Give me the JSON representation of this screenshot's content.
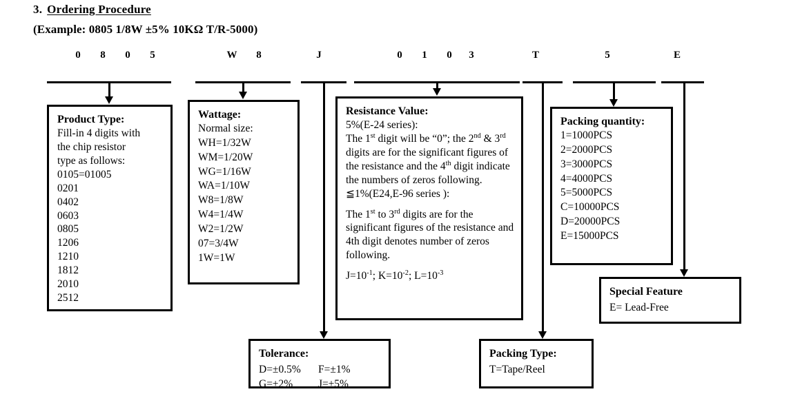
{
  "document": {
    "section_number": "3.",
    "section_title": "Ordering Procedure",
    "example_line": "(Example: 0805 1/8W ±5% 10KΩ T/R-5000)"
  },
  "part_code": {
    "characters": [
      "0",
      "8",
      "0",
      "5",
      "W",
      "8",
      "J",
      "0",
      "1",
      "0",
      "3",
      "T",
      "5",
      "E"
    ]
  },
  "boxes": {
    "product_type": {
      "title": "Product Type:",
      "lines": [
        "Fill-in 4 digits with",
        "the chip resistor",
        "type as follows:",
        "0105=01005",
        "0201",
        "0402",
        "0603",
        "0805",
        "1206",
        "1210",
        "1812",
        "2010",
        "2512"
      ]
    },
    "wattage": {
      "title": "Wattage:",
      "lines": [
        "Normal size:",
        "WH=1/32W",
        "WM=1/20W",
        "WG=1/16W",
        "WA=1/10W",
        "W8=1/8W",
        "W4=1/4W",
        "W2=1/2W",
        "07=3/4W",
        "1W=1W"
      ]
    },
    "resistance_value": {
      "title": "Resistance Value:",
      "series_5pct_label": "5%(E-24 series):",
      "para_5pct_part1": "The 1",
      "para_5pct_sup1": "st",
      "para_5pct_part2": " digit will be “0”; the 2",
      "para_5pct_sup2": "nd",
      "para_5pct_part3": " & 3",
      "para_5pct_sup3": "rd",
      "para_5pct_part4": " digits are for the significant figures of the resistance and the 4",
      "para_5pct_sup4": "th",
      "para_5pct_part5": " digit indicate the numbers of zeros following.",
      "series_1pct_label": "≦1%(E24,E-96 series ):",
      "para_1pct_part1": "The 1",
      "para_1pct_sup1": "st",
      "para_1pct_part2": " to 3",
      "para_1pct_sup2": "rd",
      "para_1pct_part3": " digits are for the significant figures of the resistance and 4th digit denotes number of zeros following.",
      "multiplier_j": "J=10",
      "multiplier_j_sup": "-1",
      "multiplier_k": "; K=10",
      "multiplier_k_sup": "-2",
      "multiplier_l": "; L=10",
      "multiplier_l_sup": "-3"
    },
    "packing_quantity": {
      "title": "Packing quantity:",
      "lines": [
        "1=1000PCS",
        "2=2000PCS",
        "3=3000PCS",
        "4=4000PCS",
        "5=5000PCS",
        "C=10000PCS",
        "D=20000PCS",
        "E=15000PCS"
      ]
    },
    "special_feature": {
      "title": "Special Feature",
      "lines": [
        "E= Lead-Free"
      ]
    },
    "tolerance": {
      "title": "Tolerance:",
      "row1_col1": "D=±0.5%",
      "row1_col2": "F=±1%",
      "row2_col1": "G=±2%",
      "row2_col2": "J=±5%"
    },
    "packing_type": {
      "title": "Packing Type:",
      "lines": [
        "T=Tape/Reel"
      ]
    }
  }
}
